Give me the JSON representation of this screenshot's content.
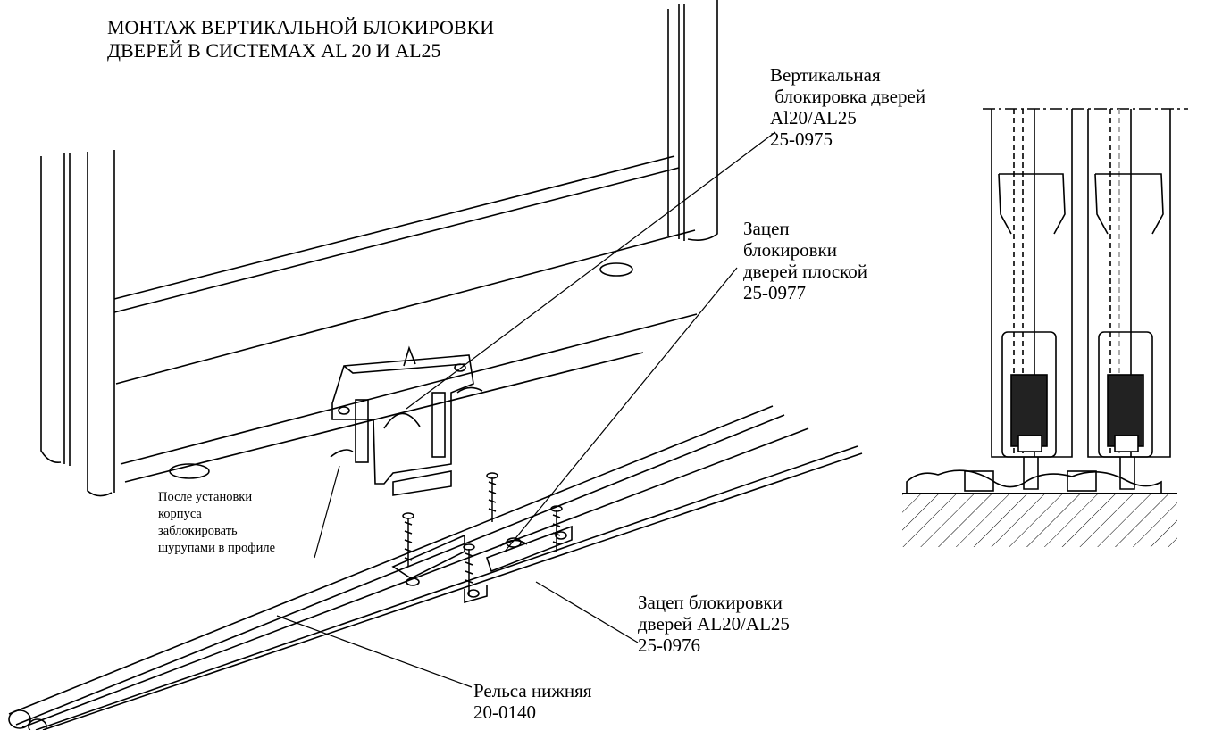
{
  "title": [
    "МОНТАЖ ВЕРТИКАЛЬНОЙ БЛОКИРОВКИ",
    "ДВЕРЕЙ В СИСТЕМАХ AL 20 И AL25"
  ],
  "callouts": {
    "vertical_lock": [
      "Вертикальная",
      " блокировка дверей",
      "Al20/AL25",
      "25-0975"
    ],
    "flat_hook": [
      "Зацеп",
      "блокировки",
      "дверей плоской",
      "25-0977"
    ],
    "hook_al": [
      "Зацеп блокировки",
      "дверей AL20/AL25",
      "25-0976"
    ],
    "bottom_rail": [
      "Рельса нижняя",
      "20-0140"
    ],
    "install_note": [
      "После установки",
      "корпуса",
      "заблокировать",
      "шурупами в профиле"
    ]
  }
}
